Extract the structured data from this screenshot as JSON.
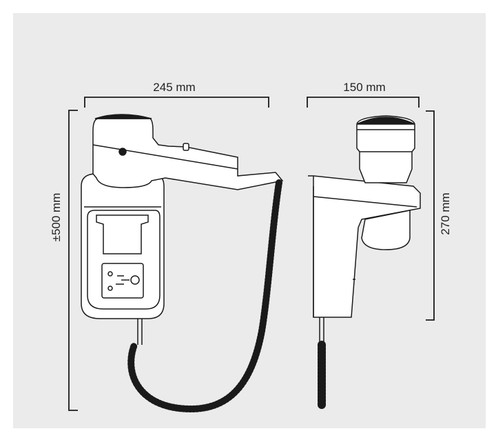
{
  "dimensions": {
    "width_front": "245 mm",
    "width_side": "150 mm",
    "height_total": "±500 mm",
    "height_body": "270 mm"
  },
  "colors": {
    "background": "#ebebeb",
    "line": "#1a1a1a",
    "body": "#ffffff"
  }
}
